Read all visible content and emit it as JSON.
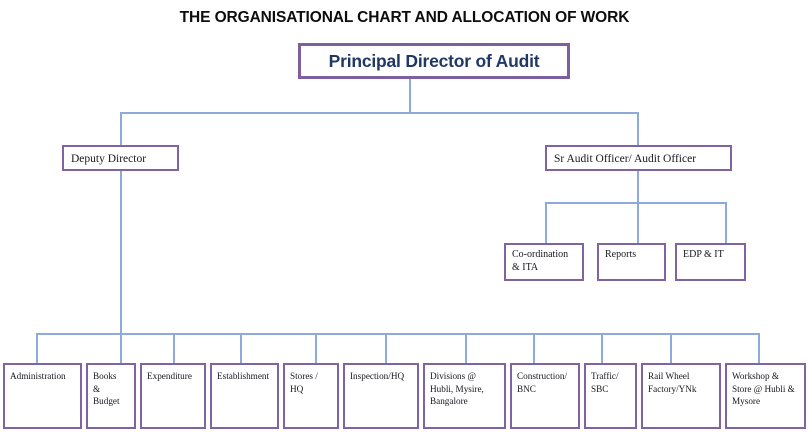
{
  "chart_data": {
    "type": "diagram",
    "title": "THE ORGANISATIONAL CHART AND ALLOCATION OF WORK",
    "diagram_kind": "organisational-chart",
    "colors": {
      "box_border": "#8064A2",
      "connector": "#8EAADB",
      "root_text": "#1F3864",
      "title_text": "#0D0D0D",
      "background": "#FFFFFF"
    },
    "nodes": [
      {
        "id": "root",
        "label": "Principal Director of Audit",
        "level": 0
      },
      {
        "id": "deputy-director",
        "label": "Deputy Director",
        "level": 1,
        "parent": "root"
      },
      {
        "id": "sr-audit-officer",
        "label": "Sr Audit Officer/ Audit Officer",
        "level": 1,
        "parent": "root"
      },
      {
        "id": "co-ordination-ita",
        "label": "Co-ordination\n& ITA",
        "level": 2,
        "parent": "sr-audit-officer"
      },
      {
        "id": "reports",
        "label": "Reports",
        "level": 2,
        "parent": "sr-audit-officer"
      },
      {
        "id": "edp-it",
        "label": "EDP & IT",
        "level": 2,
        "parent": "sr-audit-officer"
      },
      {
        "id": "administration",
        "label": "Administration",
        "level": 2,
        "parent": "deputy-director"
      },
      {
        "id": "books-budget",
        "label": "Books\n&\nBudget",
        "level": 2,
        "parent": "deputy-director"
      },
      {
        "id": "expenditure",
        "label": "Expenditure",
        "level": 2,
        "parent": "deputy-director"
      },
      {
        "id": "establishment",
        "label": "Establishment",
        "level": 2,
        "parent": "deputy-director"
      },
      {
        "id": "stores-hq",
        "label": "Stores /\nHQ",
        "level": 2,
        "parent": "deputy-director"
      },
      {
        "id": "inspection-hq",
        "label": "Inspection/HQ",
        "level": 2,
        "parent": "deputy-director"
      },
      {
        "id": "divisions",
        "label": "Divisions @\nHubli, Mysire,\nBangalore",
        "level": 2,
        "parent": "deputy-director"
      },
      {
        "id": "construction-bnc",
        "label": "Construction/\nBNC",
        "level": 2,
        "parent": "deputy-director"
      },
      {
        "id": "traffic-sbc",
        "label": "Traffic/\nSBC",
        "level": 2,
        "parent": "deputy-director"
      },
      {
        "id": "rail-wheel-factory",
        "label": "Rail Wheel\nFactory/YNk",
        "level": 2,
        "parent": "deputy-director"
      },
      {
        "id": "workshop-store",
        "label": "Workshop &\nStore @ Hubli &\nMysore",
        "level": 2,
        "parent": "deputy-director"
      }
    ]
  },
  "title": "THE ORGANISATIONAL CHART AND ALLOCATION OF WORK",
  "root": {
    "label": "Principal Director of Audit"
  },
  "level2": {
    "deputy_director": "Deputy Director",
    "sr_audit_officer": "Sr Audit Officer/ Audit Officer"
  },
  "audit_officer_units": {
    "co_ordination_ita": "Co-ordination\n& ITA",
    "reports": "Reports",
    "edp_it": "EDP & IT"
  },
  "deputy_director_units": {
    "administration": "Administration",
    "books_budget": "Books\n&\nBudget",
    "expenditure": "Expenditure",
    "establishment": "Establishment",
    "stores_hq": "Stores /\nHQ",
    "inspection_hq": "Inspection/HQ",
    "divisions": "Divisions @\nHubli, Mysire,\nBangalore",
    "construction_bnc": "Construction/\nBNC",
    "traffic_sbc": "Traffic/\nSBC",
    "rail_wheel_factory": "Rail Wheel\nFactory/YNk",
    "workshop_store": "Workshop &\nStore @ Hubli &\nMysore"
  }
}
